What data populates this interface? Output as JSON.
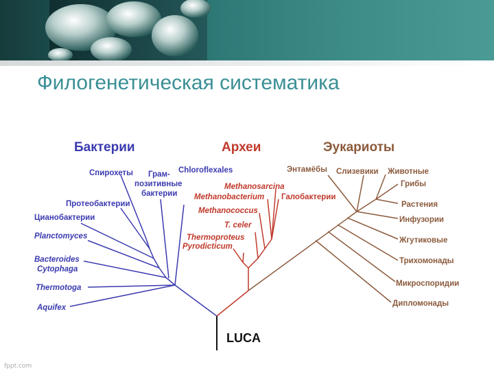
{
  "slide": {
    "title": "Филогенетическая систематика",
    "footer": "fppt.com"
  },
  "colors": {
    "bacteria": "#3a3ab0",
    "archaea": "#c0392b",
    "eukaryota": "#8b5a3c",
    "title": "#3a8f95",
    "root": "#111111"
  },
  "tree": {
    "domains": {
      "bacteria": "Бактерии",
      "archaea": "Археи",
      "eukaryota": "Эукариоты"
    },
    "root_label": "LUCA",
    "bacteria_taxa": {
      "spirochetes": "Спирохеты",
      "gram_1": "Грам-",
      "gram_2": "позитивные",
      "gram_3": "бактерии",
      "chloroflexales": "Chloroflexales",
      "proteobacteria": "Протеобактерии",
      "cyanobacteria": "Цианобактерии",
      "planctomyces": "Planctomyces",
      "bacteroides": "Bacteroides",
      "cytophaga": "Cytophaga",
      "thermotoga": "Thermotoga",
      "aquifex": "Aquifex"
    },
    "archaea_taxa": {
      "methanosarcina": "Methanosarcina",
      "methanobacterium": "Methanobacterium",
      "halobacteria": "Галобактерии",
      "methanococcus": "Methanococcus",
      "t_celer": "T. celer",
      "thermoproteus": "Thermoproteus",
      "pyrodicticum": "Pyrodicticum"
    },
    "eukaryota_taxa": {
      "entamoebae": "Энтамёбы",
      "slime_molds": "Слизевики",
      "animals": "Животные",
      "fungi": "Грибы",
      "plants": "Растения",
      "ciliates": "Инфузории",
      "flagellates": "Жгутиковые",
      "trichomonads": "Трихомонады",
      "microsporidia": "Микроспоридии",
      "diplomonads": "Дипломонады"
    }
  }
}
